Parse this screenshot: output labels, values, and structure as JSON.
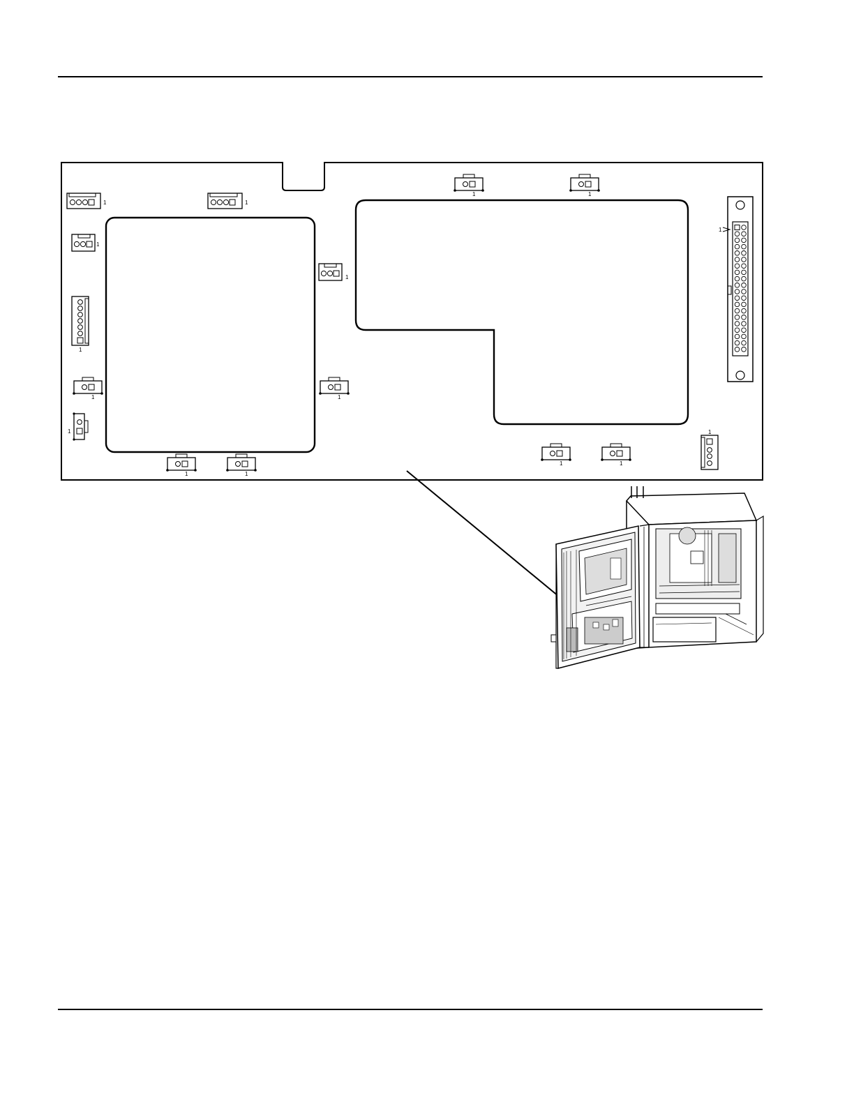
{
  "colors": {
    "ink": "#000000",
    "paper": "#ffffff",
    "cabinet_shade": "#d8d8d8"
  },
  "pin_one_marker": "1",
  "connectors": [
    {
      "id": "j-top-left-4pin",
      "pin_label": "1"
    },
    {
      "id": "j-top-mid-4pin",
      "pin_label": "1"
    },
    {
      "id": "j-left-3pin",
      "pin_label": "1"
    },
    {
      "id": "j-left-6pin-vertical",
      "pin_label": "1"
    },
    {
      "id": "j-left-2pin-lower",
      "pin_label": "1"
    },
    {
      "id": "j-left-2pin-vertical",
      "pin_label": "1"
    },
    {
      "id": "j-center-3pin",
      "pin_label": "1"
    },
    {
      "id": "j-center-2pin",
      "pin_label": "1"
    },
    {
      "id": "j-bottom-2pin-a",
      "pin_label": "1"
    },
    {
      "id": "j-bottom-2pin-b",
      "pin_label": "1"
    },
    {
      "id": "j-top-2pin-a",
      "pin_label": "1"
    },
    {
      "id": "j-top-2pin-b",
      "pin_label": "1"
    },
    {
      "id": "j-bottom-right-2pin-a",
      "pin_label": "1"
    },
    {
      "id": "j-bottom-right-2pin-b",
      "pin_label": "1"
    },
    {
      "id": "j-right-4pin-vertical",
      "pin_label": "1"
    },
    {
      "id": "j-ribbon-header",
      "pin_label": "1"
    }
  ]
}
